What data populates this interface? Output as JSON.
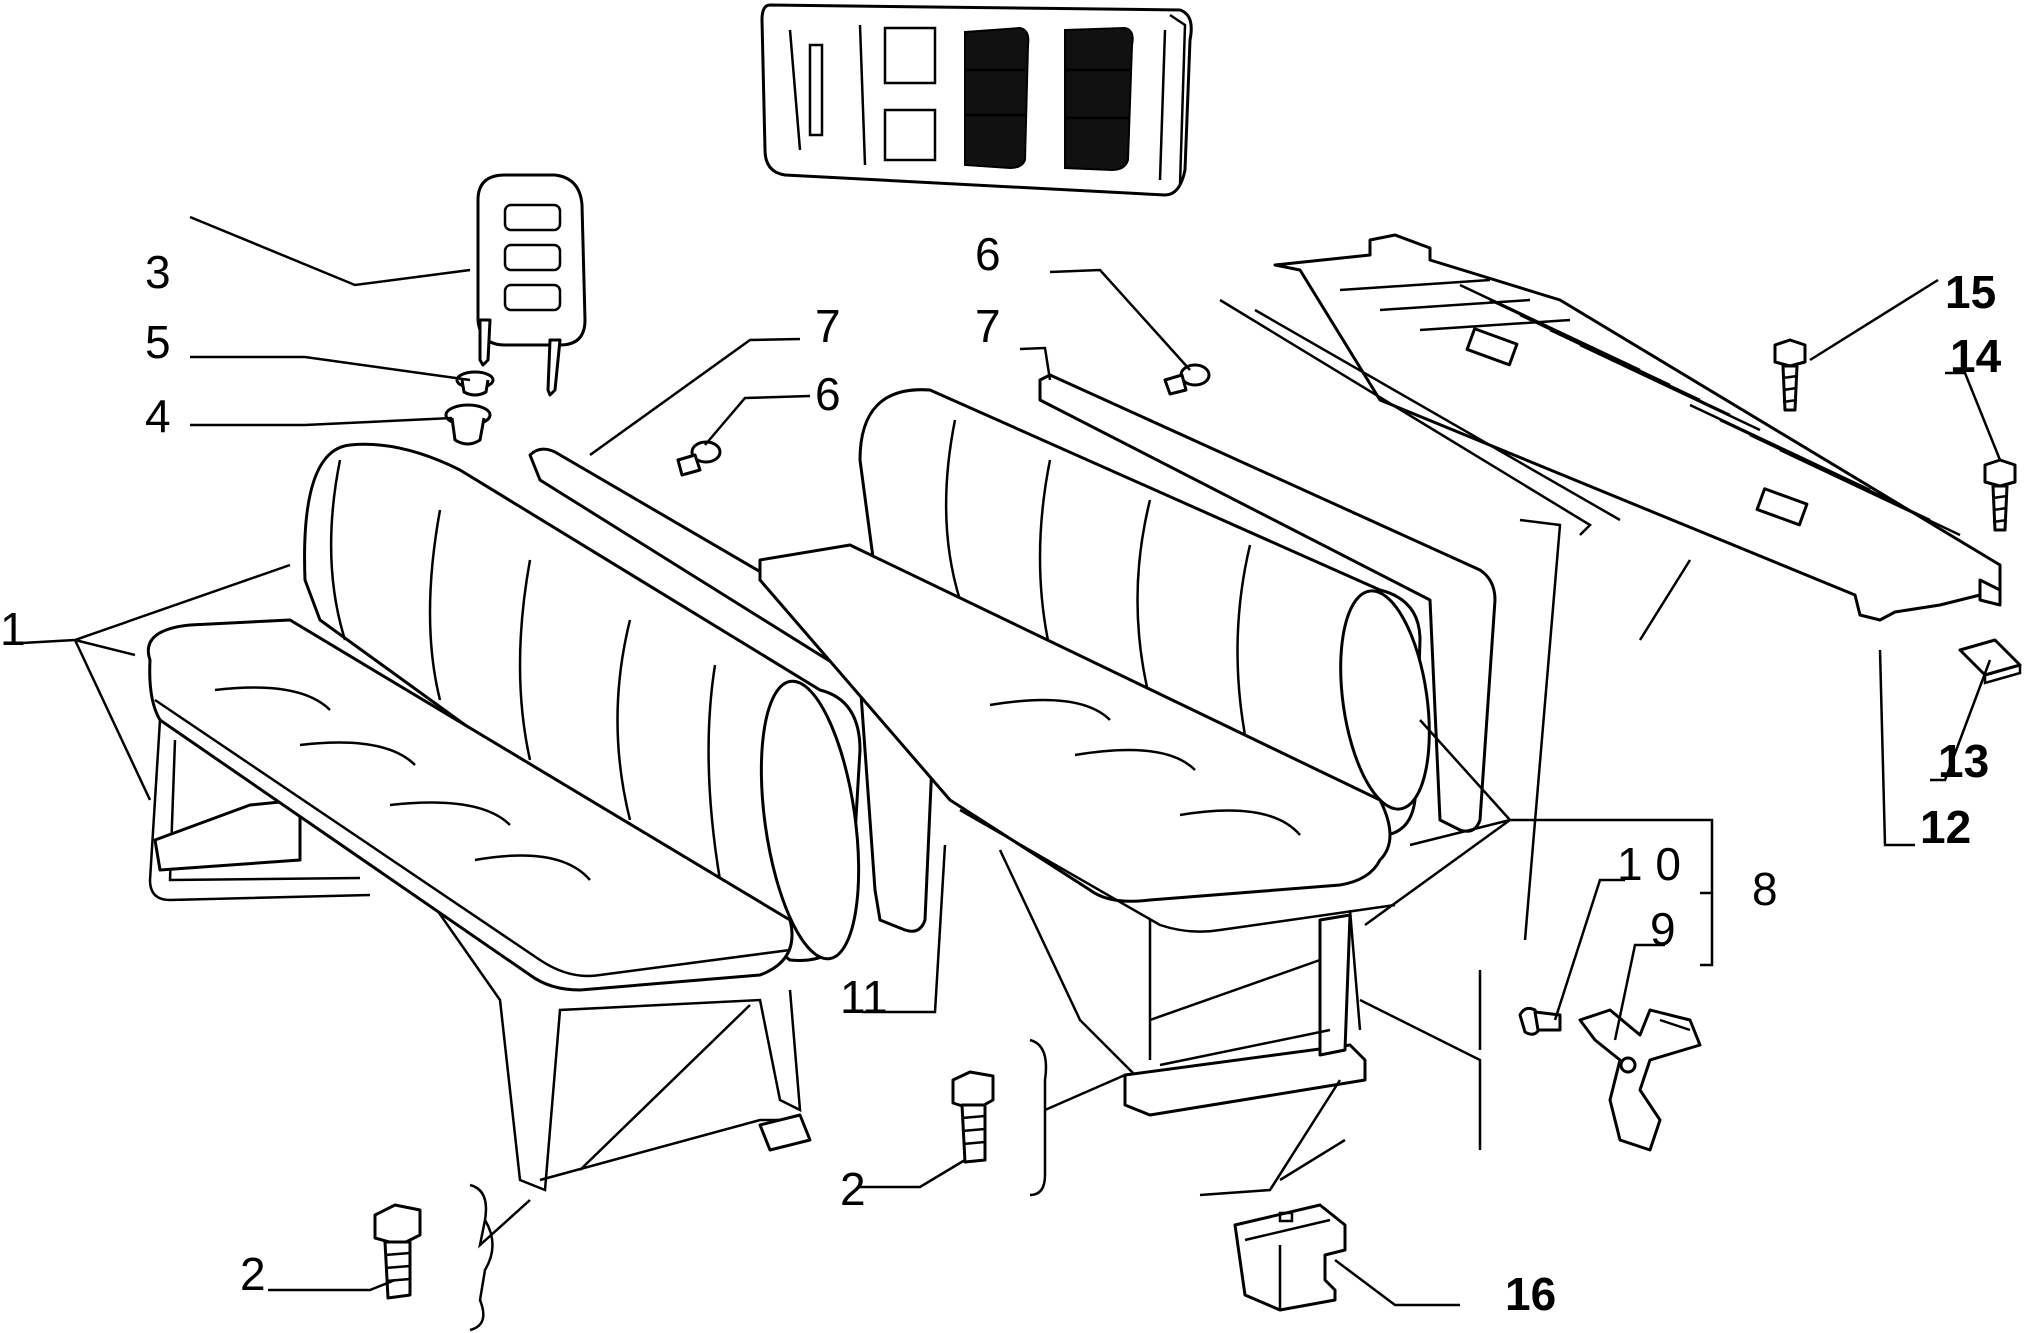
{
  "callouts": [
    {
      "id": "c1",
      "label": "1",
      "bold": false
    },
    {
      "id": "c2a",
      "label": "2",
      "bold": false
    },
    {
      "id": "c2b",
      "label": "2",
      "bold": false
    },
    {
      "id": "c3",
      "label": "3",
      "bold": false
    },
    {
      "id": "c4",
      "label": "4",
      "bold": false
    },
    {
      "id": "c5",
      "label": "5",
      "bold": false
    },
    {
      "id": "c6a",
      "label": "6",
      "bold": false
    },
    {
      "id": "c6b",
      "label": "6",
      "bold": false
    },
    {
      "id": "c7a",
      "label": "7",
      "bold": false
    },
    {
      "id": "c7b",
      "label": "7",
      "bold": false
    },
    {
      "id": "c8",
      "label": "8",
      "bold": false
    },
    {
      "id": "c9",
      "label": "9",
      "bold": false
    },
    {
      "id": "c10",
      "label": "1 0",
      "bold": false
    },
    {
      "id": "c11",
      "label": "11",
      "bold": false
    },
    {
      "id": "c12",
      "label": "12",
      "bold": true
    },
    {
      "id": "c13",
      "label": "13",
      "bold": true
    },
    {
      "id": "c14",
      "label": "14",
      "bold": true
    },
    {
      "id": "c15",
      "label": "15",
      "bold": true
    },
    {
      "id": "c16",
      "label": "16",
      "bold": true
    }
  ]
}
